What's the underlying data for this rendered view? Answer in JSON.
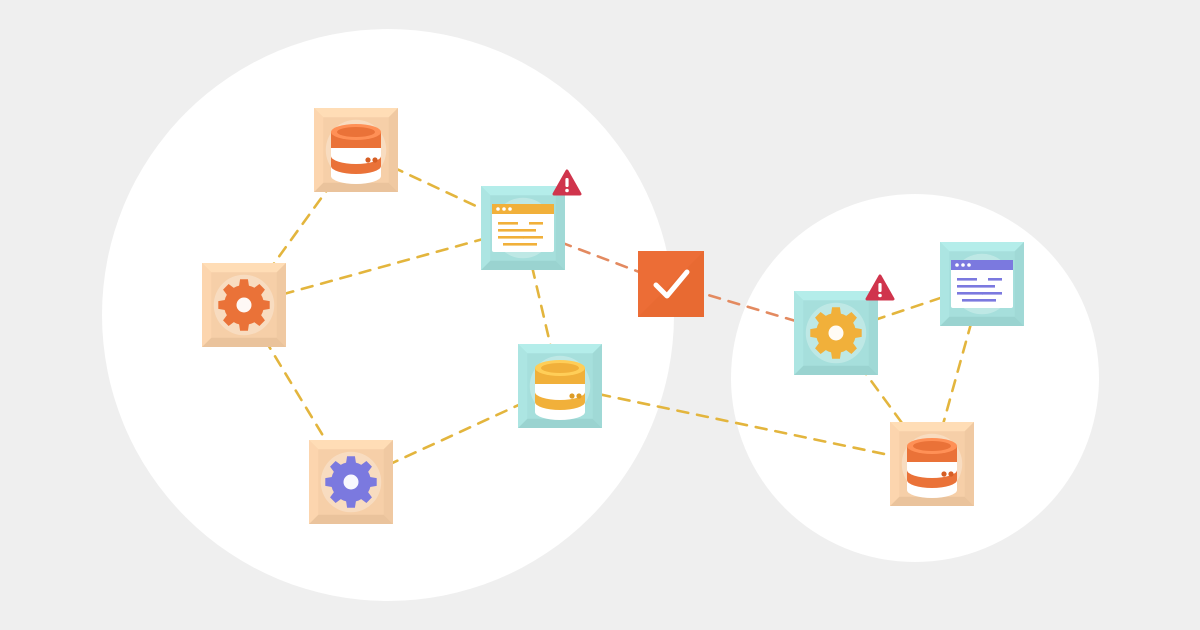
{
  "colors": {
    "background": "#efefef",
    "cluster_fill": "#ffffff",
    "peach": "#f6cfa8",
    "teal": "#a6dfdc",
    "orange": "#ea7238",
    "amber": "#f1b03a",
    "purple": "#7b79df",
    "dashed_link": "#e3b53d",
    "alert_link": "#e38a60",
    "alert": "#d0344c",
    "check_tile": "#ec6d36"
  },
  "clusters": [
    {
      "id": "cluster-left"
    },
    {
      "id": "cluster-right"
    }
  ],
  "nodes": [
    {
      "id": "db-top",
      "kind": "database-icon",
      "tile": "peach",
      "accent": "orange",
      "alert": false
    },
    {
      "id": "window-center",
      "kind": "window-icon",
      "tile": "teal",
      "accent": "amber",
      "alert": true
    },
    {
      "id": "gear-left",
      "kind": "gear-icon",
      "tile": "peach",
      "accent": "orange",
      "alert": false
    },
    {
      "id": "db-center",
      "kind": "database-icon",
      "tile": "teal",
      "accent": "amber",
      "alert": false
    },
    {
      "id": "gear-bottom",
      "kind": "gear-icon",
      "tile": "peach",
      "accent": "purple",
      "alert": false
    },
    {
      "id": "check-hub",
      "kind": "checkmark-icon",
      "tile": "check_tile",
      "accent": "white",
      "alert": false
    },
    {
      "id": "gear-right",
      "kind": "gear-icon",
      "tile": "teal",
      "accent": "amber",
      "alert": true
    },
    {
      "id": "window-right",
      "kind": "window-icon",
      "tile": "teal",
      "accent": "purple",
      "alert": false
    },
    {
      "id": "db-right",
      "kind": "database-icon",
      "tile": "peach",
      "accent": "orange",
      "alert": false
    }
  ],
  "links": [
    {
      "from": "db-top",
      "to": "gear-left",
      "style": "dashed_link"
    },
    {
      "from": "db-top",
      "to": "window-center",
      "style": "dashed_link"
    },
    {
      "from": "gear-left",
      "to": "window-center",
      "style": "dashed_link"
    },
    {
      "from": "gear-left",
      "to": "gear-bottom",
      "style": "dashed_link"
    },
    {
      "from": "window-center",
      "to": "db-center",
      "style": "dashed_link"
    },
    {
      "from": "gear-bottom",
      "to": "db-center",
      "style": "dashed_link"
    },
    {
      "from": "db-center",
      "to": "db-right",
      "style": "dashed_link"
    },
    {
      "from": "window-center",
      "to": "check-hub",
      "style": "alert_link"
    },
    {
      "from": "check-hub",
      "to": "gear-right",
      "style": "alert_link"
    },
    {
      "from": "gear-right",
      "to": "window-right",
      "style": "dashed_link"
    },
    {
      "from": "gear-right",
      "to": "db-right",
      "style": "dashed_link"
    },
    {
      "from": "window-right",
      "to": "db-right",
      "style": "dashed_link"
    }
  ]
}
